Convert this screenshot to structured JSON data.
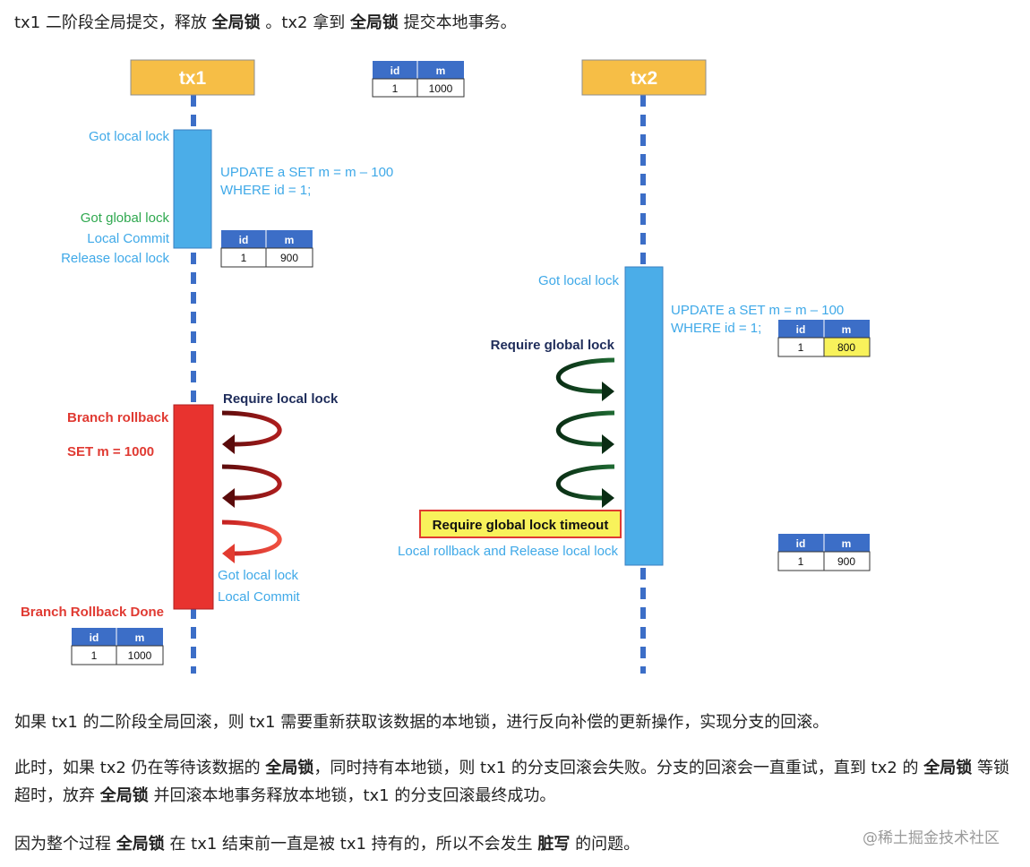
{
  "intro": {
    "t1": "tx1 二阶段全局提交，释放 ",
    "b1": "全局锁",
    "t2": " 。tx2 拿到 ",
    "b2": "全局锁",
    "t3": " 提交本地事务。"
  },
  "diagram": {
    "tx1_label": "tx1",
    "tx2_label": "tx2",
    "colors": {
      "header": "#F6BE46",
      "lifeline": "#3C6EC7",
      "tx_box": "#4BADE8",
      "rollback_box": "#E8332F",
      "table_head": "#3C6EC7",
      "highlight": "#F8F25B",
      "blue_text": "#3FA9E8",
      "green_text": "#2FA84F",
      "red_text": "#E03A32",
      "navy_text": "#1E2C5A"
    },
    "col_id": "id",
    "col_m": "m",
    "tables": {
      "top": {
        "id": "1",
        "m": "1000"
      },
      "after_tx1": {
        "id": "1",
        "m": "900"
      },
      "after_tx2": {
        "id": "1",
        "m": "800"
      },
      "after_rollback": {
        "id": "1",
        "m": "900"
      },
      "final": {
        "id": "1",
        "m": "1000"
      }
    },
    "tx1": {
      "got_local_lock": "Got local lock",
      "sql_line1": "UPDATE a SET m = m – 100",
      "sql_line2": "WHERE id = 1;",
      "got_global_lock": "Got global lock",
      "local_commit": "Local Commit",
      "release_local_lock": "Release local lock",
      "require_local_lock": "Require local lock",
      "branch_rollback": "Branch rollback",
      "set_m": "SET m = 1000",
      "got_local_lock2": "Got local lock",
      "local_commit2": "Local Commit",
      "branch_rollback_done": "Branch Rollback Done"
    },
    "tx2": {
      "got_local_lock": "Got local lock",
      "sql_line1": "UPDATE a SET m = m – 100",
      "sql_line2": "WHERE id = 1;",
      "require_global_lock": "Require global lock",
      "timeout": "Require global lock timeout",
      "local_rollback": "Local rollback and Release local lock"
    }
  },
  "para1": "如果 tx1 的二阶段全局回滚，则 tx1 需要重新获取该数据的本地锁，进行反向补偿的更新操作，实现分支的回滚。",
  "para2": {
    "t1": "此时，如果 tx2 仍在等待该数据的 ",
    "b1": "全局锁",
    "t2": "，同时持有本地锁，则 tx1 的分支回滚会失败。分支的回滚会一直重试，直到 tx2 的 ",
    "b2": "全局锁",
    "t3": " 等锁超时，放弃 ",
    "b3": "全局锁",
    "t4": " 并回滚本地事务释放本地锁，tx1 的分支回滚最终成功。"
  },
  "para3": {
    "t1": "因为整个过程 ",
    "b1": "全局锁",
    "t2": " 在 tx1 结束前一直是被 tx1 持有的，所以不会发生 ",
    "b2": "脏写",
    "t3": " 的问题。"
  },
  "watermark": "@稀土掘金技术社区"
}
